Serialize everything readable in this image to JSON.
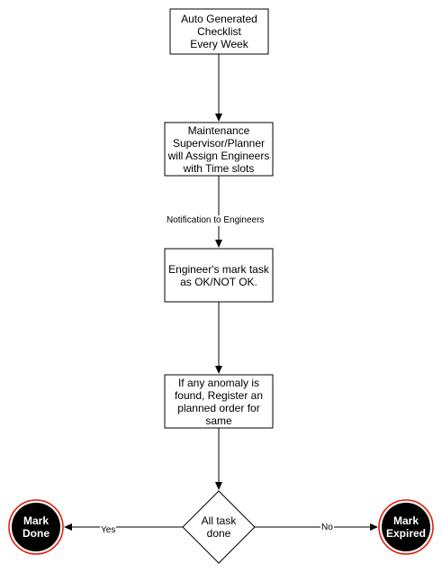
{
  "nodes": {
    "step1": {
      "label": "Auto Generated\nChecklist\nEvery Week"
    },
    "step2": {
      "label": "Maintenance\nSupervisor/Planner\nwill Assign Engineers\nwith Time slots"
    },
    "step3": {
      "label": "Engineer's mark task\nas OK/NOT OK."
    },
    "step4": {
      "label": "If any anomaly is\nfound, Register an\nplanned order for\nsame"
    },
    "decision": {
      "label": "All task\ndone"
    },
    "mark_done": {
      "label": "Mark\nDone"
    },
    "mark_expired": {
      "label": "Mark\nExpired"
    }
  },
  "edges": {
    "notification": {
      "label": "Notification to Engineers"
    },
    "yes": {
      "label": "Yes"
    },
    "no": {
      "label": "No"
    }
  },
  "colors": {
    "line": "#000000",
    "terminal_fill": "#000000",
    "terminal_ring": "#e51400",
    "terminal_text": "#ffffff",
    "background": "#ffffff"
  }
}
